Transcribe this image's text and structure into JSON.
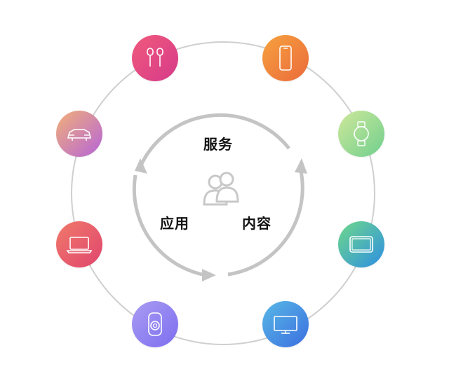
{
  "labels": {
    "top": "服务",
    "left": "应用",
    "right": "内容"
  },
  "center_icon": "users-icon",
  "devices": [
    {
      "name": "earbuds-icon",
      "gradient": [
        "#f05a7c",
        "#d63a8a"
      ]
    },
    {
      "name": "phone-icon",
      "gradient": [
        "#f7a23e",
        "#ea6a3c"
      ]
    },
    {
      "name": "car-icon",
      "gradient": [
        "#f2b078",
        "#b564d8"
      ]
    },
    {
      "name": "watch-icon",
      "gradient": [
        "#cfe89a",
        "#6fcf8e"
      ]
    },
    {
      "name": "laptop-icon",
      "gradient": [
        "#f07a6a",
        "#e0456e"
      ]
    },
    {
      "name": "tablet-icon",
      "gradient": [
        "#6fd88a",
        "#2d8fe3"
      ]
    },
    {
      "name": "speaker-icon",
      "gradient": [
        "#a99cf2",
        "#7d6ef0"
      ]
    },
    {
      "name": "tv-icon",
      "gradient": [
        "#58b8e6",
        "#3b6fe0"
      ]
    }
  ],
  "colors": {
    "ring": "#c9c9c9",
    "arrow": "#c4c4c4",
    "icon_stroke": "#ffffff",
    "people": "#c8c8c8"
  }
}
